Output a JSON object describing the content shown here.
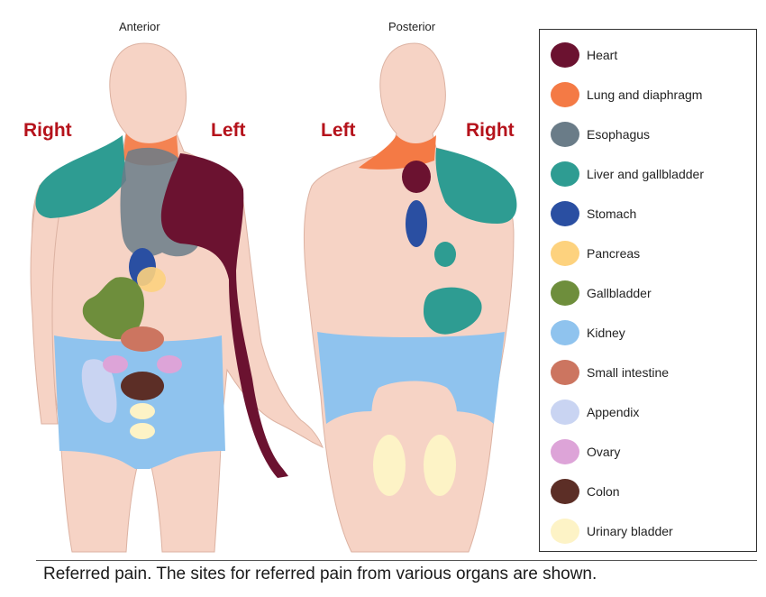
{
  "views": {
    "anterior_title": "Anterior",
    "posterior_title": "Posterior"
  },
  "side_labels": {
    "anterior_right": "Right",
    "anterior_left": "Left",
    "posterior_left": "Left",
    "posterior_right": "Right"
  },
  "legend": [
    {
      "label": "Heart",
      "color": "#6b1230"
    },
    {
      "label": "Lung and diaphragm",
      "color": "#f47a45"
    },
    {
      "label": "Esophagus",
      "color": "#6a7c88"
    },
    {
      "label": "Liver and gallbladder",
      "color": "#2e9c92"
    },
    {
      "label": "Stomach",
      "color": "#2a4fa2"
    },
    {
      "label": "Pancreas",
      "color": "#fdd27e"
    },
    {
      "label": "Gallbladder",
      "color": "#6e8e3c"
    },
    {
      "label": "Kidney",
      "color": "#8fc3ee"
    },
    {
      "label": "Small intestine",
      "color": "#cc7560"
    },
    {
      "label": "Appendix",
      "color": "#c9d4f2"
    },
    {
      "label": "Ovary",
      "color": "#dda4d8"
    },
    {
      "label": "Colon",
      "color": "#5c2e26"
    },
    {
      "label": "Urinary bladder",
      "color": "#fdf3c6"
    }
  ],
  "colors": {
    "skin": "#f6d3c5",
    "skin_outline": "#dcb2a2",
    "garment": "#8fc3ee"
  },
  "caption": "Referred pain. The sites for referred pain from various organs are shown."
}
